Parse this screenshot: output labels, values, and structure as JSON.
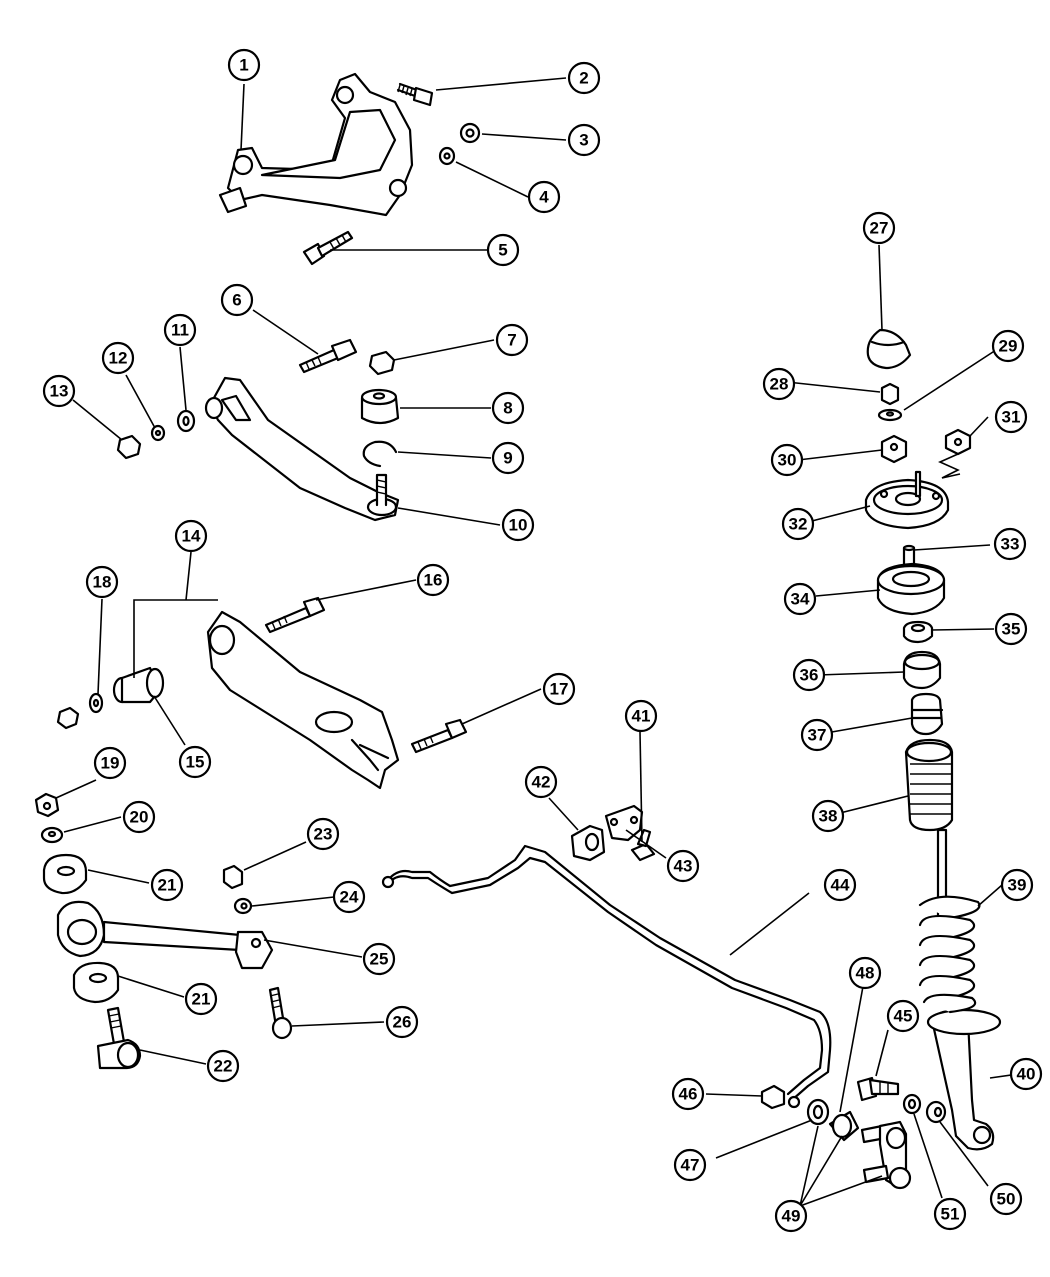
{
  "diagram": {
    "callouts": [
      "1",
      "2",
      "3",
      "4",
      "5",
      "6",
      "7",
      "8",
      "9",
      "10",
      "11",
      "12",
      "13",
      "14",
      "15",
      "16",
      "17",
      "18",
      "19",
      "20",
      "21",
      "21",
      "22",
      "23",
      "24",
      "25",
      "26",
      "27",
      "28",
      "29",
      "30",
      "31",
      "32",
      "33",
      "34",
      "35",
      "36",
      "37",
      "38",
      "39",
      "40",
      "41",
      "42",
      "43",
      "44",
      "45",
      "46",
      "47",
      "48",
      "49",
      "50",
      "51"
    ]
  }
}
